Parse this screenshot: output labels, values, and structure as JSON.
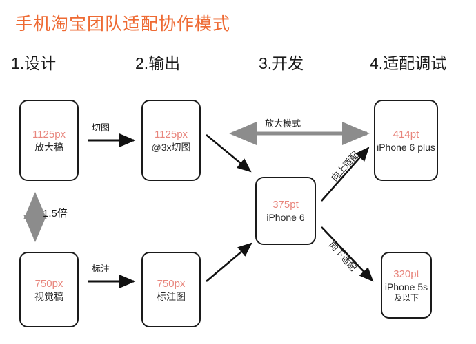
{
  "title": "手机淘宝团队适配协作模式",
  "colors": {
    "title": "#ee6a33",
    "accent_value": "#e8867d",
    "text": "#1a1a1a",
    "arrow_black": "#111111",
    "arrow_gray": "#8c8c8c",
    "box_border": "#1a1a1a",
    "background": "#ffffff"
  },
  "columns": [
    {
      "label": "1.设计"
    },
    {
      "label": "2.输出"
    },
    {
      "label": "3.开发"
    },
    {
      "label": "4.适配调试"
    }
  ],
  "nodes": {
    "design": {
      "value": "1125px",
      "caption": "放大稿"
    },
    "output": {
      "value": "1125px",
      "caption": "@3x切图"
    },
    "visual": {
      "value": "750px",
      "caption": "视觉稿"
    },
    "annotate": {
      "value": "750px",
      "caption": "标注图"
    },
    "iphone6": {
      "value": "375pt",
      "caption": "iPhone 6"
    },
    "iphone6plus": {
      "value": "414pt",
      "caption": "iPhone 6 plus"
    },
    "iphone5s": {
      "value": "320pt",
      "caption": "iPhone 5s",
      "caption2": "及以下"
    }
  },
  "edges": {
    "cut": "切图",
    "annotate": "标注",
    "scale": "1.5倍",
    "zoom_mode": "放大模式",
    "adapt_up": "向上适配",
    "adapt_down": "向下适配"
  }
}
